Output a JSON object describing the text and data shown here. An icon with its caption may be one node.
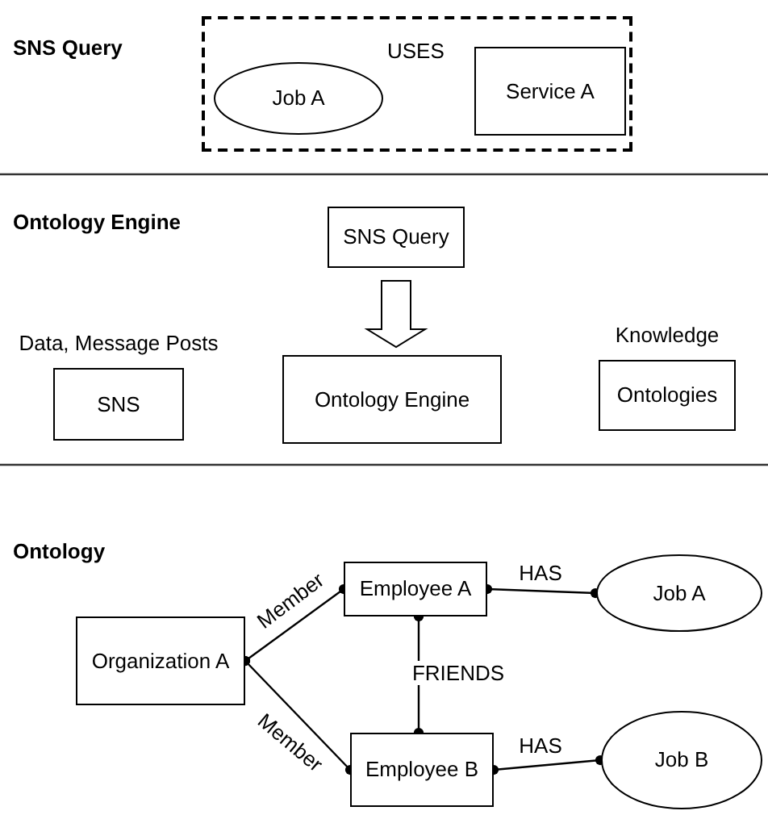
{
  "diagram": {
    "nodes": [
      {
        "text": [
          "USES"
        ]
      },
      {
        "text": [
          "Job A"
        ],
        "in": 0
      },
      {
        "text": [
          "Service A"
        ],
        "in": 0
      },
      {
        "text": [
          "SNS Query"
        ]
      },
      {
        "text": [
          "SNS"
        ],
        "beside": [
          "Data, Message Posts"
        ]
      },
      {
        "text": [
          "Ontology Engine"
        ]
      },
      {
        "text": [
          "Ontologies"
        ],
        "beside": [
          "Knowledge"
        ]
      },
      {
        "text": [
          "Organization A"
        ]
      },
      {
        "text": [
          "Employee A"
        ]
      },
      {
        "text": [
          "Job A"
        ]
      },
      {
        "text": [
          "Employee B"
        ]
      },
      {
        "text": [
          "Job B"
        ]
      }
    ],
    "edges": [
      {
        "from": 3,
        "to": 5,
        "arrow": "to",
        "style": "thick"
      },
      {
        "from": 7,
        "to": 8,
        "arrow": "other",
        "label": "Member"
      },
      {
        "from": 7,
        "to": 10,
        "arrow": "other",
        "label": "Member"
      },
      {
        "from": 8,
        "to": 9,
        "arrow": "other",
        "label": "HAS"
      },
      {
        "from": 8,
        "to": 10,
        "arrow": "other",
        "label": "FRIENDS"
      },
      {
        "from": 10,
        "to": 11,
        "arrow": "other",
        "label": "HAS"
      }
    ],
    "labels": [
      "SNS Query",
      "Ontology Engine",
      "Ontology"
    ]
  }
}
